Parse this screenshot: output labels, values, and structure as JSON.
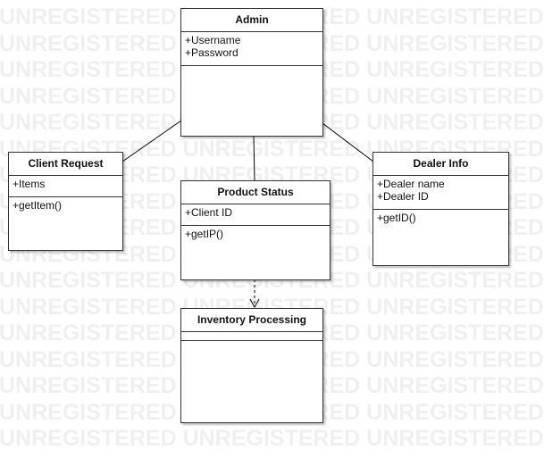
{
  "watermark": {
    "text": "UNREGISTERED",
    "color": "#efefef"
  },
  "classes": {
    "admin": {
      "name": "Admin",
      "attributes": [
        "+Username",
        "+Password"
      ],
      "operations": []
    },
    "client_request": {
      "name": "Client Request",
      "attributes": [
        "+Items"
      ],
      "operations": [
        "+getItem()"
      ]
    },
    "product_status": {
      "name": "Product Status",
      "attributes": [
        "+Client ID"
      ],
      "operations": [
        "+getIP()"
      ]
    },
    "dealer_info": {
      "name": "Dealer Info",
      "attributes": [
        "+Dealer name",
        "+Dealer ID"
      ],
      "operations": [
        "+getID()"
      ]
    },
    "inventory_processing": {
      "name": "Inventory Processing",
      "attributes": [],
      "operations": []
    }
  },
  "relations": [
    {
      "from": "Admin",
      "to": "Client Request",
      "type": "association"
    },
    {
      "from": "Admin",
      "to": "Product Status",
      "type": "association"
    },
    {
      "from": "Admin",
      "to": "Dealer Info",
      "type": "association"
    },
    {
      "from": "Product Status",
      "to": "Inventory Processing",
      "type": "dependency"
    }
  ]
}
